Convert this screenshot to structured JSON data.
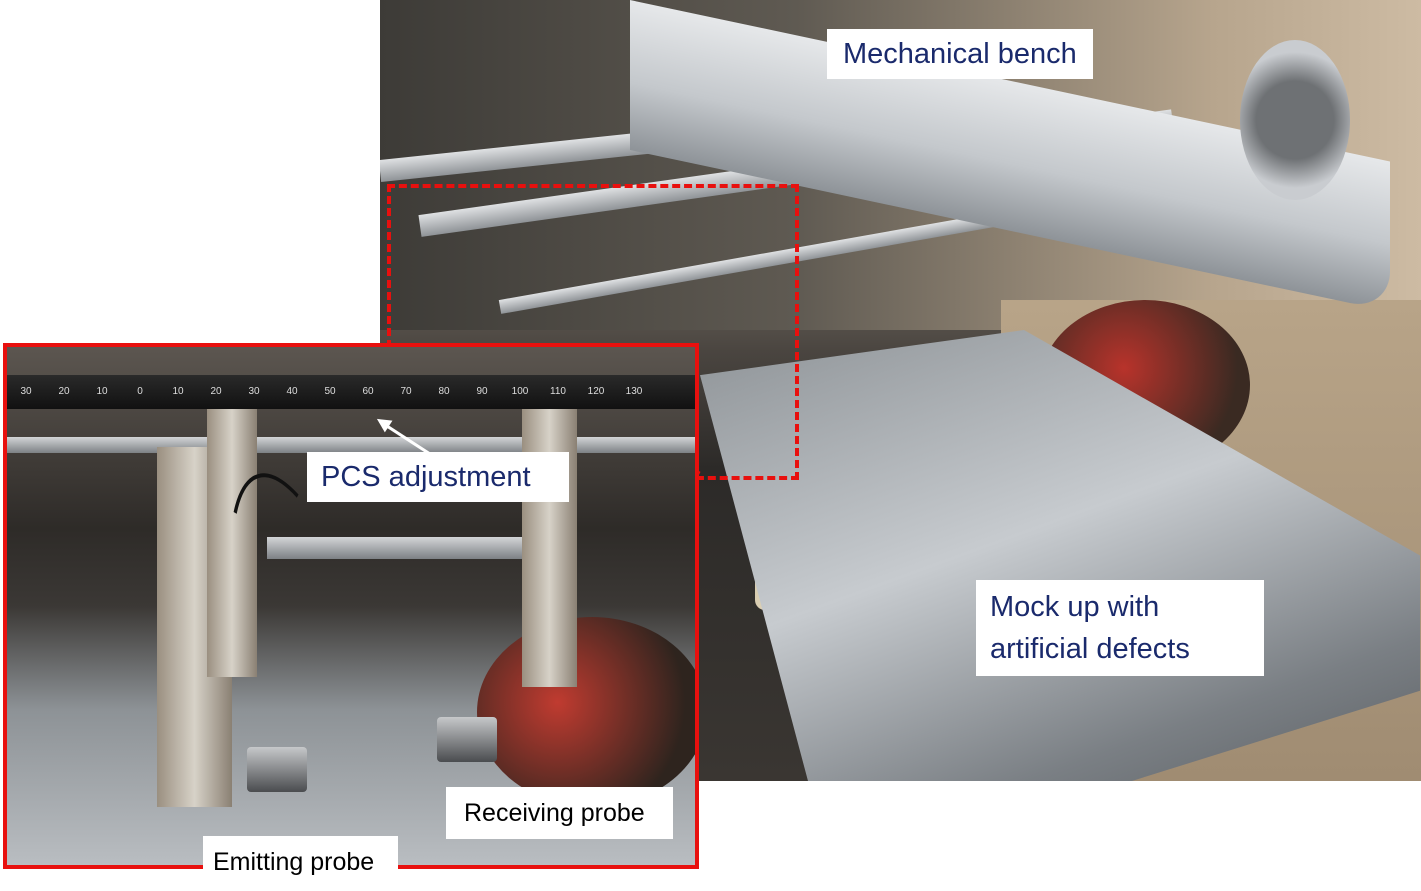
{
  "labels": {
    "mechanical_bench": "Mechanical bench",
    "mock_up": "Mock up with artificial defects",
    "mock_up_line1": "Mock up with",
    "mock_up_line2": "artificial defects",
    "pcs_adjustment": "PCS adjustment",
    "receiving_probe": "Receiving probe",
    "emitting_probe": "Emitting probe"
  },
  "ruler_ticks": [
    "30",
    "20",
    "10",
    "0",
    "10",
    "20",
    "30",
    "40",
    "50",
    "60",
    "70",
    "80",
    "90",
    "100",
    "110",
    "120",
    "130"
  ],
  "colors": {
    "highlight": "#e8100e",
    "label_text": "#1a2a6c"
  }
}
